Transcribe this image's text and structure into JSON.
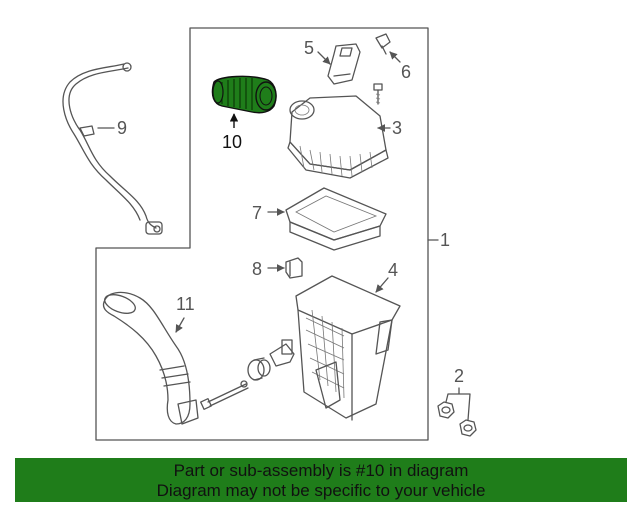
{
  "callouts": {
    "c1": "1",
    "c2": "2",
    "c3": "3",
    "c4": "4",
    "c5": "5",
    "c6": "6",
    "c7": "7",
    "c8": "8",
    "c9": "9",
    "c10": "10",
    "c11": "11"
  },
  "highlight_color": "#1f7d1a",
  "banner": {
    "line1": "Part or sub-assembly is #10 in diagram",
    "line2": "Diagram may not be specific to your vehicle"
  }
}
